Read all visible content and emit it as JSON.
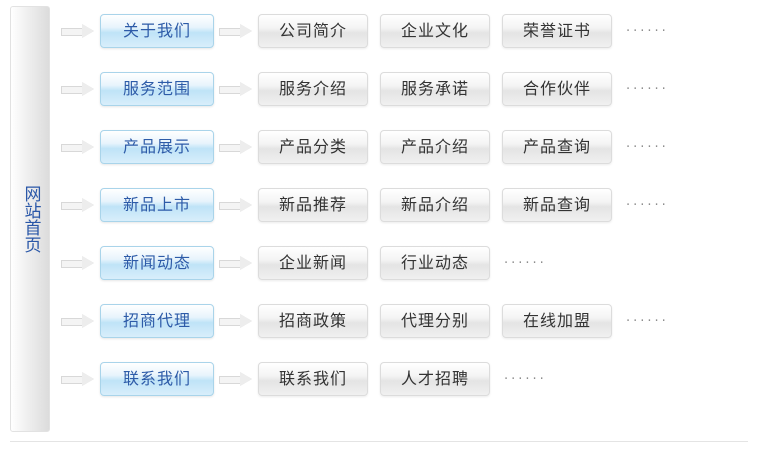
{
  "diagram": {
    "root": {
      "label": "网站首页"
    },
    "ellipsis": "······",
    "rows": [
      {
        "parent": "关于我们",
        "children": [
          "公司简介",
          "企业文化",
          "荣誉证书"
        ],
        "has_ellipsis": true
      },
      {
        "parent": "服务范围",
        "children": [
          "服务介绍",
          "服务承诺",
          "合作伙伴"
        ],
        "has_ellipsis": true
      },
      {
        "parent": "产品展示",
        "children": [
          "产品分类",
          "产品介绍",
          "产品查询"
        ],
        "has_ellipsis": true
      },
      {
        "parent": "新品上市",
        "children": [
          "新品推荐",
          "新品介绍",
          "新品查询"
        ],
        "has_ellipsis": true
      },
      {
        "parent": "新闻动态",
        "children": [
          "企业新闻",
          "行业动态"
        ],
        "has_ellipsis": true
      },
      {
        "parent": "招商代理",
        "children": [
          "招商政策",
          "代理分别",
          "在线加盟"
        ],
        "has_ellipsis": true
      },
      {
        "parent": "联系我们",
        "children": [
          "联系我们",
          "人才招聘"
        ],
        "has_ellipsis": true
      }
    ]
  },
  "colors": {
    "root_text": "#2a57a8",
    "level1_text": "#2d5ba8",
    "level1_fill": "#bfe3f7",
    "level2_text": "#333333",
    "level2_fill": "#e4e4e4",
    "dots": "#8c8c8c"
  }
}
